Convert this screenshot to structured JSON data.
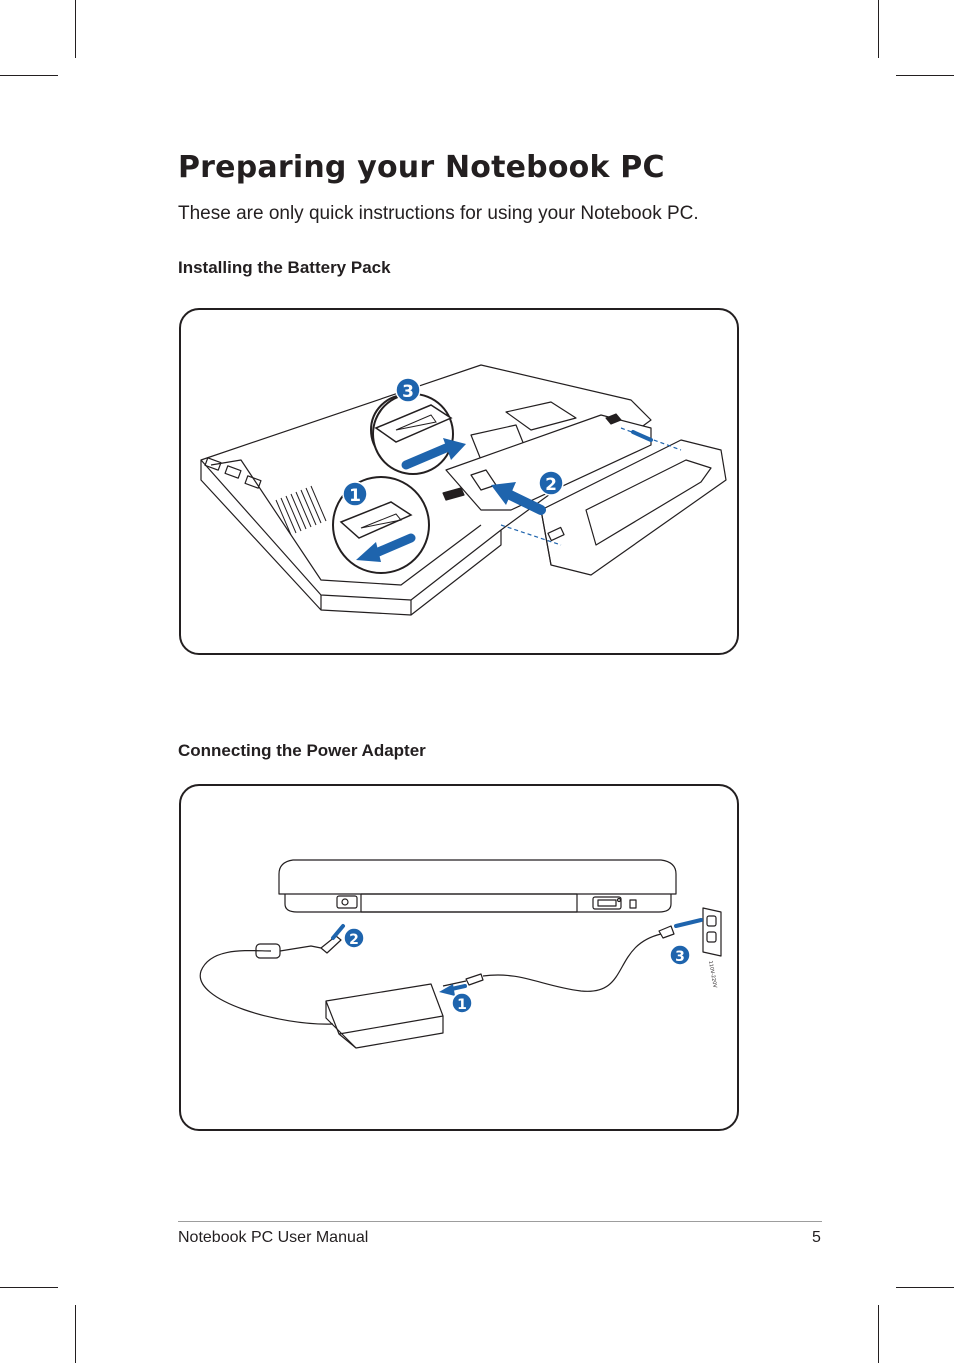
{
  "title": "Preparing your Notebook PC",
  "intro": "These are only quick instructions for using your Notebook PC.",
  "sections": [
    {
      "heading": "Installing the Battery Pack",
      "steps": [
        "1",
        "2",
        "3"
      ]
    },
    {
      "heading": "Connecting the Power Adapter",
      "steps": [
        "1",
        "2",
        "3"
      ],
      "outlet_label": "110V-220V"
    }
  ],
  "footer": {
    "manual_name": "Notebook PC User Manual",
    "page_number": "5"
  },
  "colors": {
    "accent_blue": "#1e64ad",
    "ink": "#231f20"
  }
}
